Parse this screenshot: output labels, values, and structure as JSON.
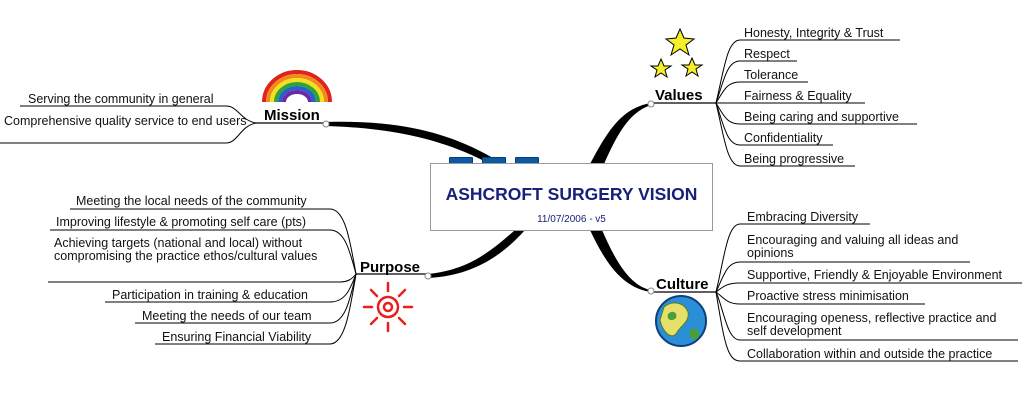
{
  "title": "ASHCROFT SURGERY VISION",
  "subtitle": "11/07/2006 - v5",
  "branches": {
    "mission": {
      "label": "Mission",
      "items": [
        "Serving the community in general",
        "Comprehensive quality service to end users"
      ]
    },
    "purpose": {
      "label": "Purpose",
      "items": [
        "Meeting the local needs of the community",
        "Improving lifestyle & promoting self care (pts)",
        "Achieving targets (national and local) without compromising the practice ethos/cultural values",
        "Participation in training & education",
        "Meeting the needs of our team",
        "Ensuring Financial Viability"
      ]
    },
    "values": {
      "label": "Values",
      "items": [
        "Honesty, Integrity & Trust",
        "Respect",
        "Tolerance",
        "Fairness & Equality",
        "Being caring and supportive",
        "Confidentiality",
        "Being progressive"
      ]
    },
    "culture": {
      "label": "Culture",
      "items": [
        "Embracing Diversity",
        "Encouraging and valuing all ideas and opinions",
        "Supportive, Friendly & Enjoyable Environment",
        "Proactive stress minimisation",
        "Encouraging openess, reflective practice and self development",
        "Collaboration within and outside the practice"
      ]
    }
  },
  "icons": {
    "mission": "rainbow-icon",
    "purpose": "sun-icon",
    "values": "stars-icon",
    "culture": "globe-icon"
  },
  "colors": {
    "title": "#17207a",
    "branch": "#000000",
    "tab": "#0b5aa6"
  }
}
